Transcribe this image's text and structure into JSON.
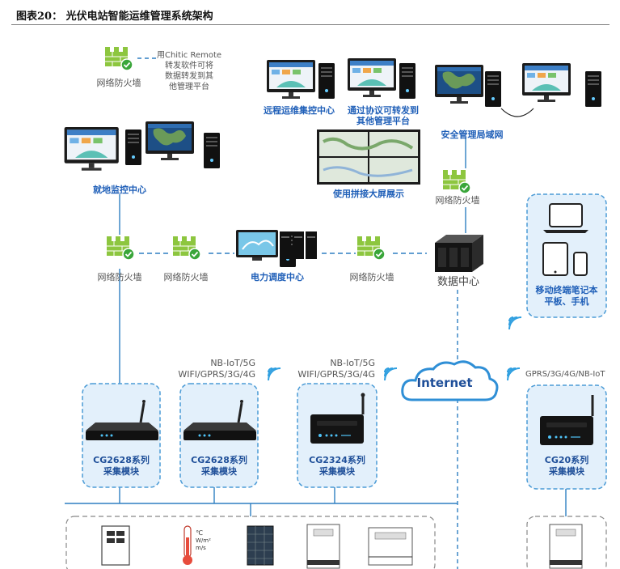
{
  "figure": {
    "title": "图表20：  光伏电站智能运维管理系统架构"
  },
  "top_note": [
    "用Chitic Remote",
    "转发软件可将",
    "数据转发到其",
    "他管理平台"
  ],
  "firewall_label": "网络防火墙",
  "nodes": {
    "local_center": "就地监控中心",
    "remote_center": "远程运维集控中心",
    "protocol_forward": [
      "通过协议可转发到",
      "其他管理平台"
    ],
    "security_lan": "安全管理局域网",
    "big_screen": "使用拼接大屏展示",
    "dispatch_center": "电力调度中心",
    "data_center": "数据中心",
    "mobile": [
      "移动终端笔记本",
      "平板、手机"
    ],
    "internet": "Internet"
  },
  "wireless_labels": {
    "a": [
      "NB-IoT/5G",
      "WIFI/GPRS/3G/4G"
    ],
    "b": [
      "NB-IoT/5G",
      "WIFI/GPRS/3G/4G"
    ],
    "c": "GPRS/3G/4G/NB-IoT"
  },
  "modules": [
    {
      "model": "CG2628系列",
      "name": "采集模块"
    },
    {
      "model": "CG2628系列",
      "name": "采集模块"
    },
    {
      "model": "CG2324系列",
      "name": "采集模块"
    },
    {
      "model": "CG20系列",
      "name": "采集模块"
    }
  ],
  "thermo_units": [
    "℃",
    "W/m²",
    "m/s"
  ],
  "colors": {
    "panel_fill": "#e3f0fb",
    "panel_border": "#4b9bd6",
    "label_blue": "#1f5fb8",
    "firewall_green": "#8dc63f",
    "line_blue": "#2f7fc2"
  }
}
